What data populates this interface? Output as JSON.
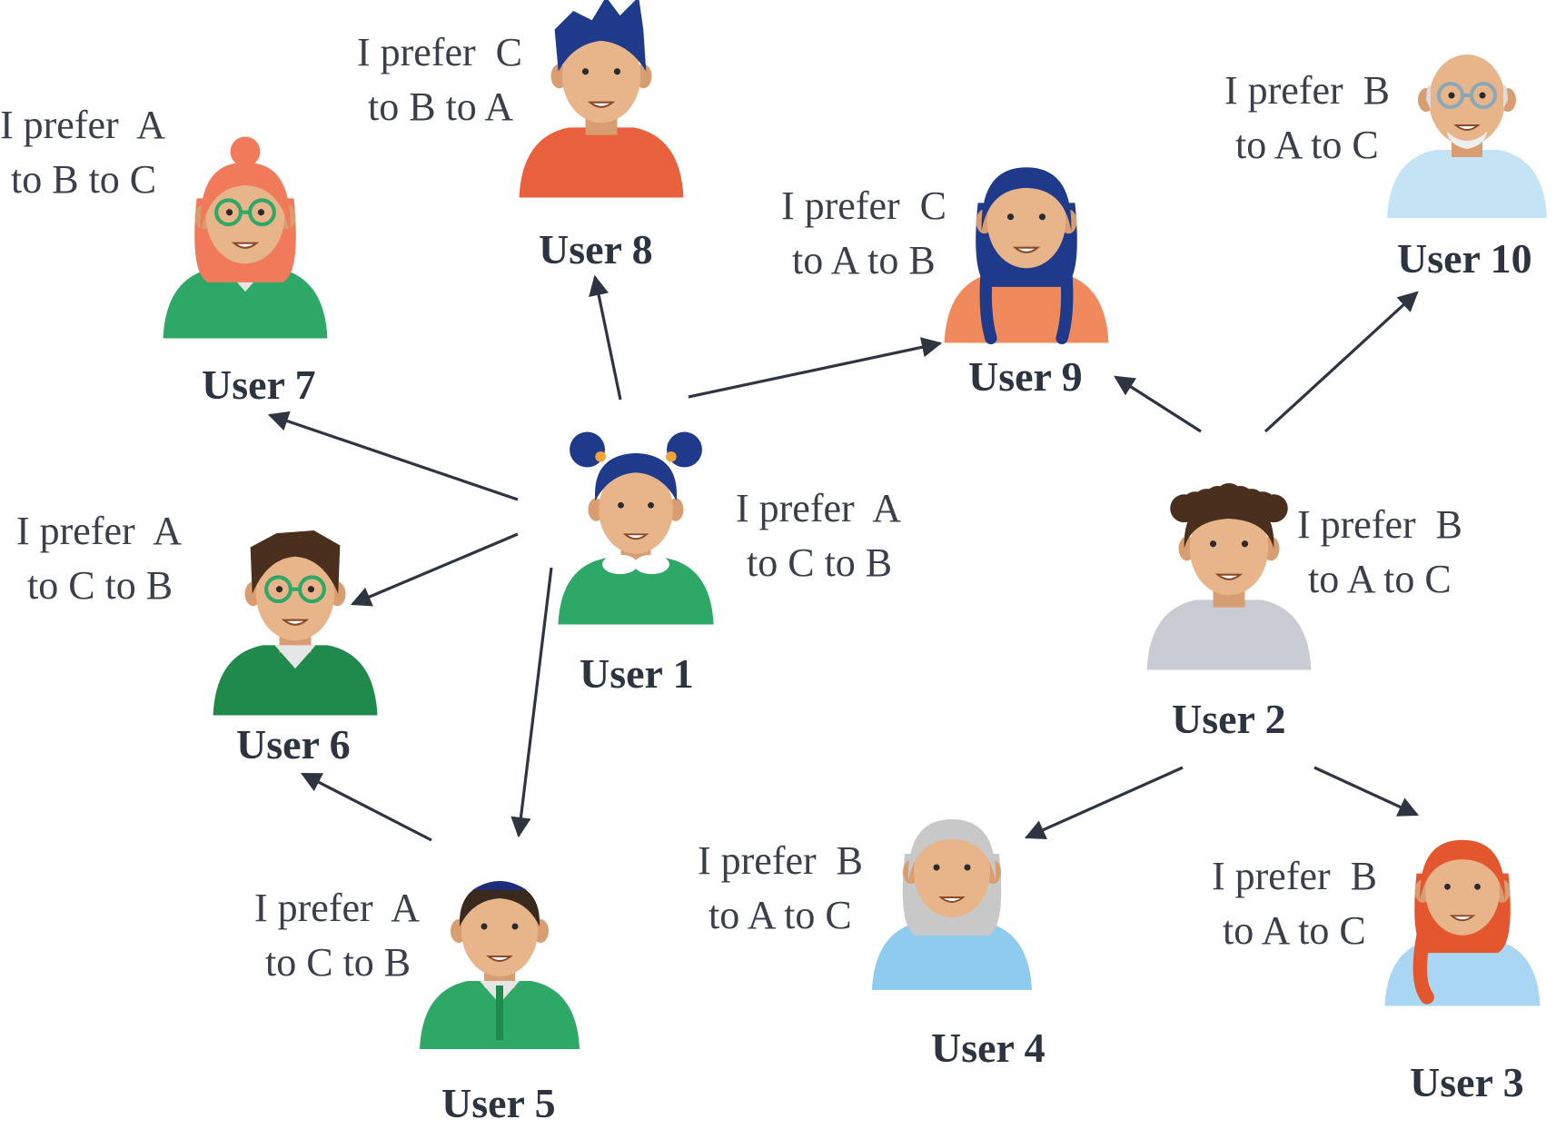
{
  "colors": {
    "text": "#3a3f4a",
    "label": "#2c3440",
    "arrow": "#2f3540",
    "skin": "#e8b48a"
  },
  "users": [
    {
      "id": "u1",
      "name": "User 1",
      "pref": [
        "I prefer  A",
        "to C to B"
      ],
      "hair": "#1f3a8a",
      "shirt": "#2ea866",
      "hair_style": "buns"
    },
    {
      "id": "u2",
      "name": "User 2",
      "pref": [
        "I prefer  B",
        "to A to C"
      ],
      "hair": "#4a2e1e",
      "shirt": "#c9cdd3",
      "hair_style": "curly"
    },
    {
      "id": "u3",
      "name": "User 3",
      "pref": [
        "I prefer  B",
        "to A to C"
      ],
      "hair": "#e4572e",
      "shirt": "#a9d6f2",
      "hair_style": "braid"
    },
    {
      "id": "u4",
      "name": "User 4",
      "pref": [
        "I prefer  B",
        "to A to C"
      ],
      "hair": "#c8c8c8",
      "shirt": "#8ecbee",
      "hair_style": "bob"
    },
    {
      "id": "u5",
      "name": "User 5",
      "pref": [
        "I prefer  A",
        "to C to B"
      ],
      "hair": "#3a2a1e",
      "shirt": "#2ea866",
      "hair_style": "kippah"
    },
    {
      "id": "u6",
      "name": "User 6",
      "pref": [
        "I prefer  A",
        "to C to B"
      ],
      "hair": "#4a2e1e",
      "shirt": "#1f8a4c",
      "hair_style": "short"
    },
    {
      "id": "u7",
      "name": "User 7",
      "pref": [
        "I prefer  A",
        "to B to C"
      ],
      "hair": "#f07a5a",
      "shirt": "#2ea866",
      "hair_style": "bun"
    },
    {
      "id": "u8",
      "name": "User 8",
      "pref": [
        "I prefer  C",
        "to B to A"
      ],
      "hair": "#1f3a8a",
      "shirt": "#e8603c",
      "hair_style": "spiky"
    },
    {
      "id": "u9",
      "name": "User 9",
      "pref": [
        "I prefer  C",
        "to A to B"
      ],
      "hair": "#1f3a8a",
      "shirt": "#f08a5d",
      "hair_style": "braids"
    },
    {
      "id": "u10",
      "name": "User 10",
      "pref": [
        "I prefer  B",
        "to A to C"
      ],
      "hair": "#e6b08a",
      "shirt": "#c4e4f6",
      "hair_style": "bald"
    }
  ],
  "edges": [
    {
      "from": "u1",
      "to": "u8"
    },
    {
      "from": "u1",
      "to": "u9"
    },
    {
      "from": "u1",
      "to": "u7"
    },
    {
      "from": "u1",
      "to": "u6"
    },
    {
      "from": "u1",
      "to": "u5"
    },
    {
      "from": "u5",
      "to": "u6"
    },
    {
      "from": "u2",
      "to": "u9"
    },
    {
      "from": "u2",
      "to": "u10"
    },
    {
      "from": "u2",
      "to": "u4"
    },
    {
      "from": "u2",
      "to": "u3"
    }
  ]
}
